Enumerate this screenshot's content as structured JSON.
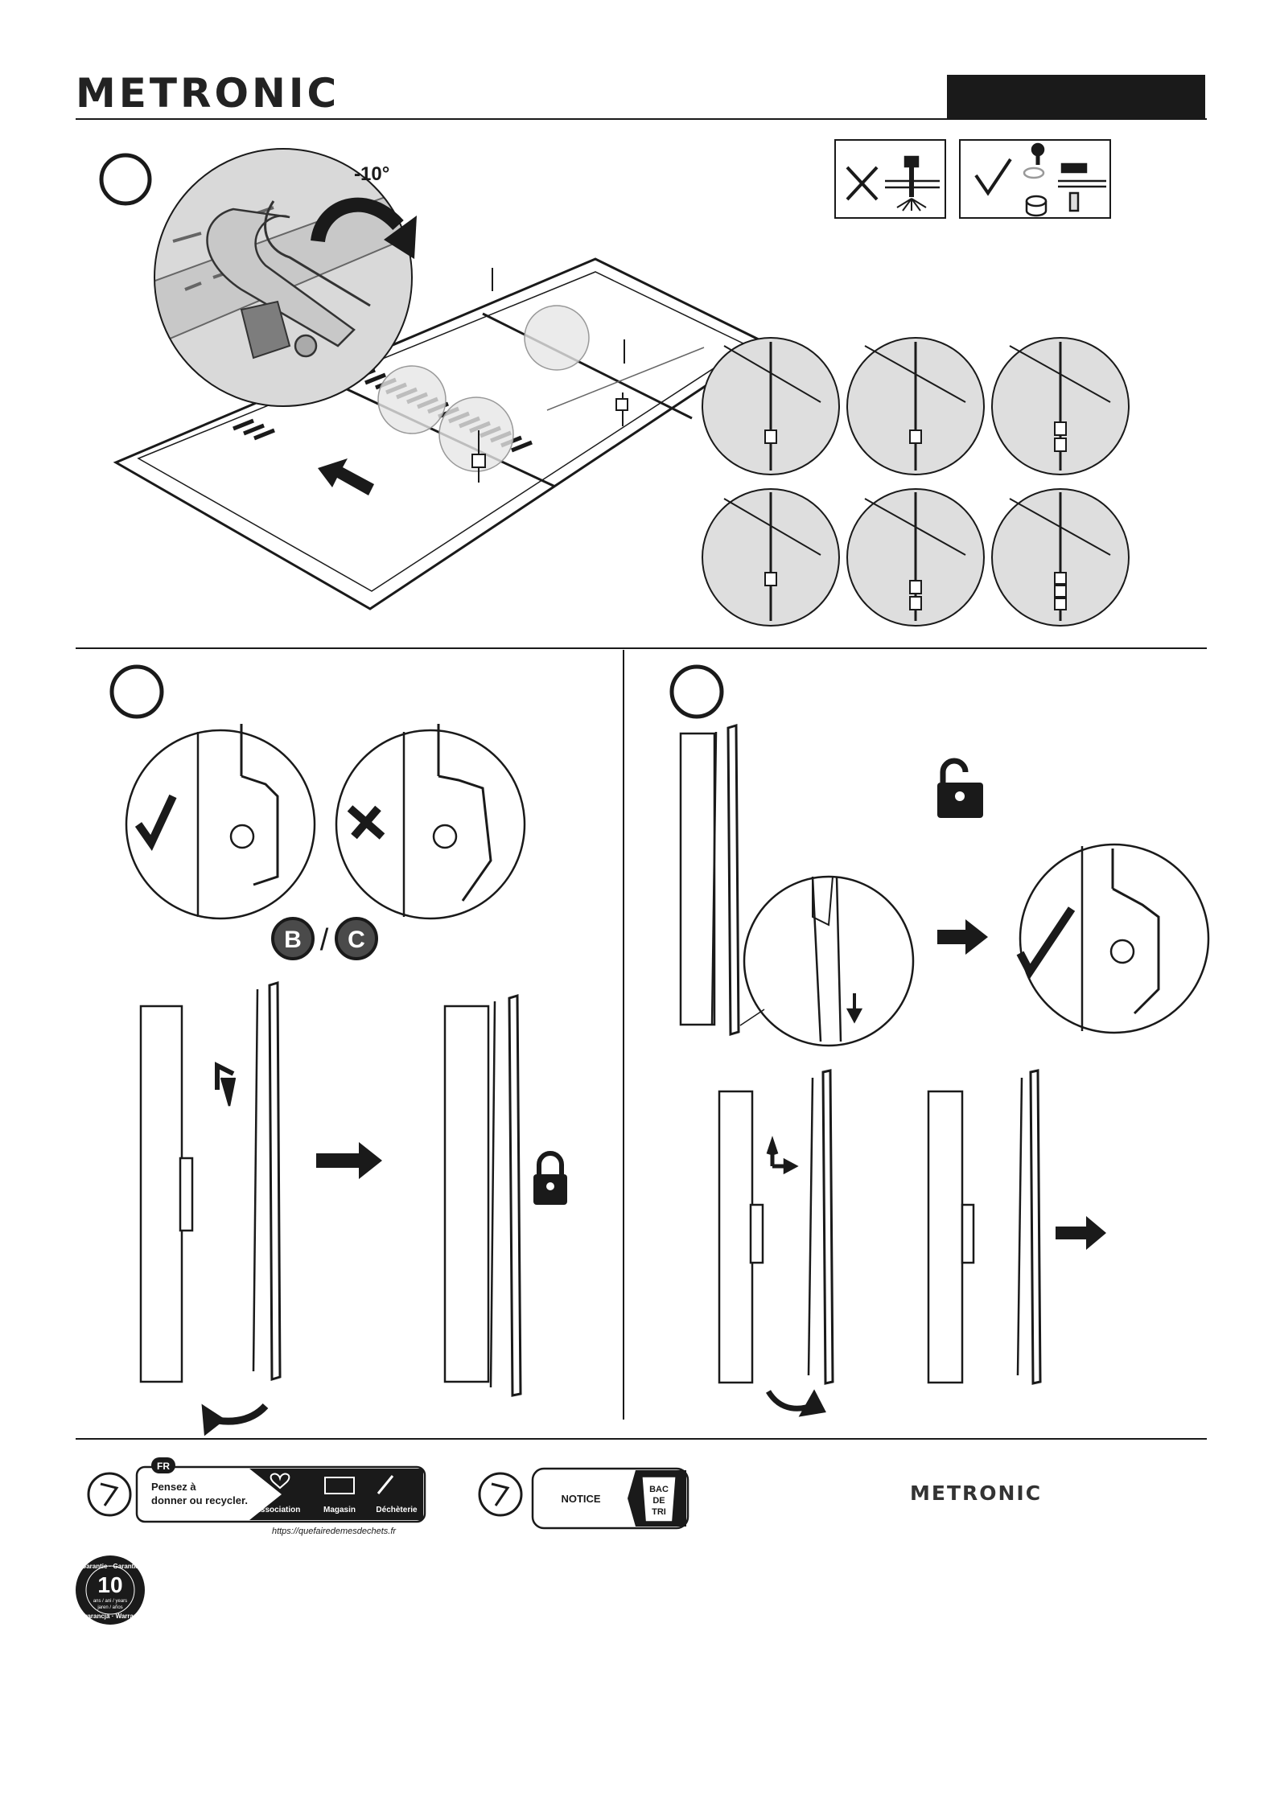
{
  "header": {
    "brand": "METRONIC"
  },
  "step1": {
    "angle_label": "-10°"
  },
  "step2": {
    "badges": [
      "B",
      "C"
    ],
    "separator": "/"
  },
  "footer": {
    "triman": {
      "country": "FR",
      "prompt_line1": "Pensez à",
      "prompt_line2": "donner ou recycler.",
      "options": [
        "Association",
        "Magasin",
        "Déchèterie"
      ],
      "url": "https://quefairedemesdechets.fr"
    },
    "notice": {
      "label": "NOTICE",
      "bin_label_lines": [
        "BAC",
        "DE",
        "TRI"
      ]
    },
    "brand": "METRONIC",
    "warranty": {
      "years": "10",
      "ring_top": "Garantie · Garantía",
      "ring_bottom": "Gwarancja · Warranty",
      "sub_line1": "ans / ani / years",
      "sub_line2": "jaren / años"
    }
  }
}
